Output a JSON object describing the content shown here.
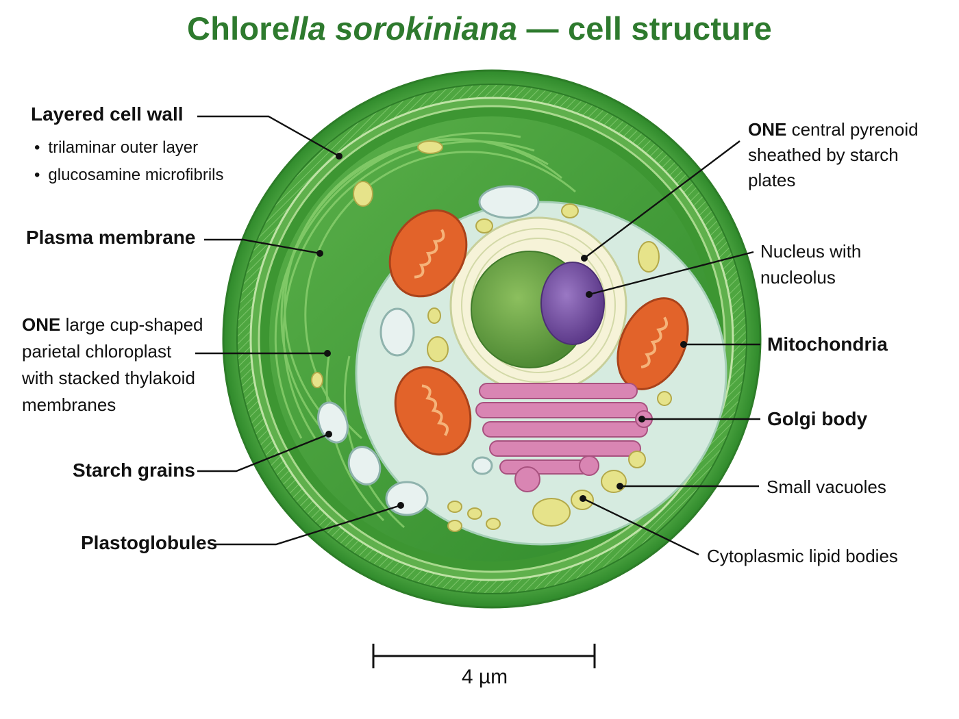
{
  "title": {
    "part1": "Chlore",
    "part2": "lla sorokiniana",
    "part3": " — cell structure"
  },
  "labels": {
    "cell_wall": "Layered cell wall",
    "cell_wall_bullets": [
      "trilaminar outer layer",
      "glucosamine microfibrils"
    ],
    "plasma_membrane": "Plasma membrane",
    "chloroplast_strong": "ONE",
    "chloroplast_lines": [
      " large cup-shaped",
      "parietal chloroplast",
      "with stacked thylakoid",
      "membranes"
    ],
    "starch_grains": "Starch grains",
    "plastoglobules": "Plastoglobules",
    "pyrenoid_strong": "ONE",
    "pyrenoid_lines": [
      " central pyrenoid",
      "sheathed by starch",
      "plates"
    ],
    "nucleus_lines": [
      "Nucleus with",
      "nucleolus"
    ],
    "mitochondria": "Mitochondria",
    "golgi": "Golgi body",
    "vacuoles": "Small vacuoles",
    "lipid_bodies": "Cytoplasmic lipid bodies"
  },
  "scale_bar": {
    "label": "4 µm"
  },
  "colors": {
    "title": "#2e7a2e",
    "cell_wall": "#3f9a36",
    "chloroplast": "#3a8f33",
    "cytoplasm": "#d6ebe0",
    "mitochondria": "#e2632a",
    "nucleus": "#6fa04a",
    "nucleolus": "#7b56a8",
    "golgi": "#d985b3",
    "lipid": "#e6e38a",
    "starch": "#e8f2f0"
  }
}
